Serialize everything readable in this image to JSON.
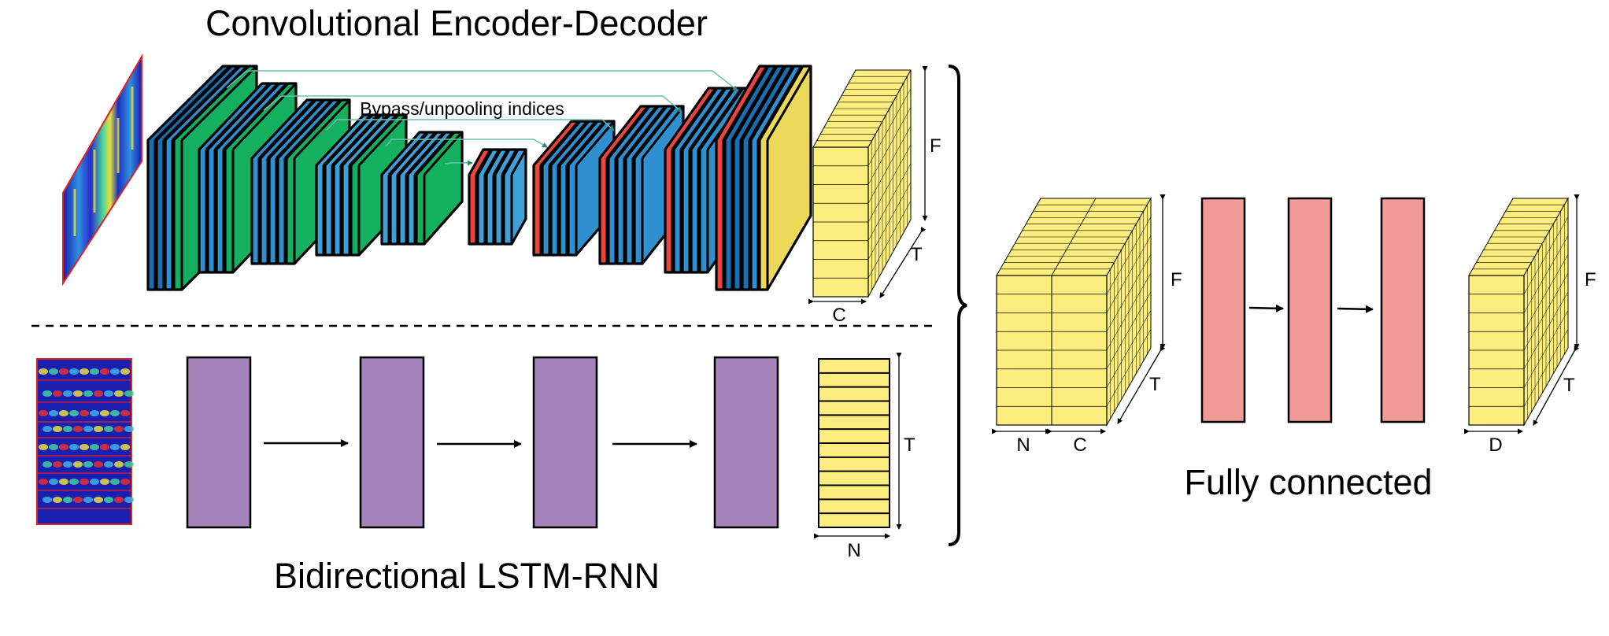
{
  "titles": {
    "encoder_decoder": "Convolutional Encoder-Decoder",
    "lstm": "Bidirectional LSTM-RNN",
    "fully_connected": "Fully connected"
  },
  "annotations": {
    "bypass": "Bypass/unpooling indices"
  },
  "dimensions": {
    "cnn_out": {
      "f": "F",
      "t": "T",
      "c": "C"
    },
    "lstm_out": {
      "t": "T",
      "n": "N"
    },
    "concat": {
      "f": "F",
      "t": "T",
      "n": "N",
      "c": "C"
    },
    "final": {
      "f": "F",
      "t": "T",
      "d": "D"
    }
  },
  "colors": {
    "blue_dark": "#1a6fb0",
    "blue": "#2f8fcf",
    "blue_light": "#3fa0d8",
    "green": "#14b060",
    "red": "#e8473f",
    "yellow_block": "#ecd95a",
    "yellow_tensor": "#fbee7f",
    "purple": "#a583bb",
    "pink": "#f09b98",
    "teal_line": "#6cc0b0"
  },
  "icons": {
    "spectrogram": "spectrogram-image",
    "arrow": "right-arrow-icon",
    "brace": "right-curly-brace"
  }
}
